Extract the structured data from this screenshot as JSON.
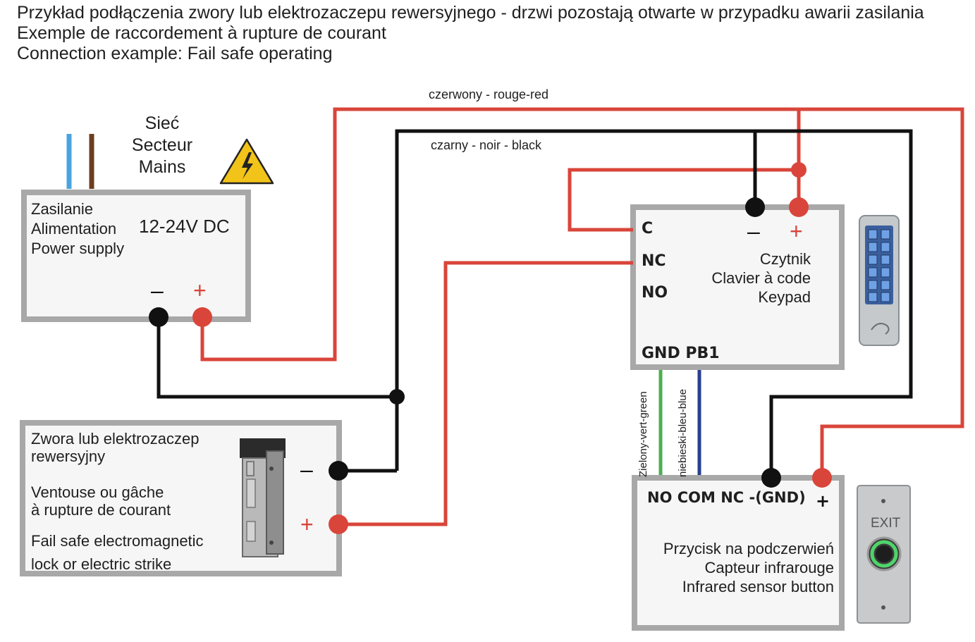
{
  "title_lines": [
    "Przykład podłączenia zwory lub elektrozaczepu rewersyjnego - drzwi pozostają otwarte w przypadku awarii zasilania",
    "Exemple de raccordement à rupture de courant",
    "Connection example: Fail safe operating"
  ],
  "wire_labels": {
    "red": "czerwony - rouge-red",
    "black": "czarny - noir - black",
    "green": "Zielony-vert-green",
    "blue": "niebieski-bleu-blue"
  },
  "mains": {
    "lines": [
      "Sieć",
      "Secteur",
      "Mains"
    ],
    "warning_icon": "high-voltage-warning-icon"
  },
  "power_supply": {
    "lines": [
      "Zasilanie",
      "Alimentation",
      "Power supply"
    ],
    "voltage": "12-24V DC",
    "minus": "–",
    "plus": "+"
  },
  "lock": {
    "lines": [
      "Zwora lub elektrozaczep",
      "rewersyjny",
      "Ventouse ou gâche",
      "à rupture de courant",
      "Fail safe electromagnetic",
      "lock or electric strike"
    ],
    "minus": "–",
    "plus": "+",
    "image_icon": "electric-strike-icon"
  },
  "keypad": {
    "terminals": [
      "C",
      "NC",
      "NO"
    ],
    "bottom_terminals": "GND PB1",
    "minus": "–",
    "plus": "+",
    "lines": [
      "Czytnik",
      "Clavier à code",
      "Keypad"
    ],
    "image_icon": "keypad-device-icon"
  },
  "exit_button": {
    "terminals": "NO COM NC -(GND)",
    "plus": "+",
    "lines": [
      "Przycisk na podczerwień",
      "Capteur infrarouge",
      "Infrared sensor button"
    ],
    "device_text": "EXIT",
    "image_icon": "exit-button-device-icon"
  },
  "colors": {
    "red_wire": "#d9453a",
    "black_wire": "#111111",
    "green_wire": "#4caf50",
    "blue_wire": "#283f8f",
    "box_border": "#a8a8a8",
    "box_fill": "#f6f6f6",
    "mains_blue": "#4aa3df",
    "mains_brown": "#6b3e1e",
    "warning_yellow": "#f2c318"
  }
}
